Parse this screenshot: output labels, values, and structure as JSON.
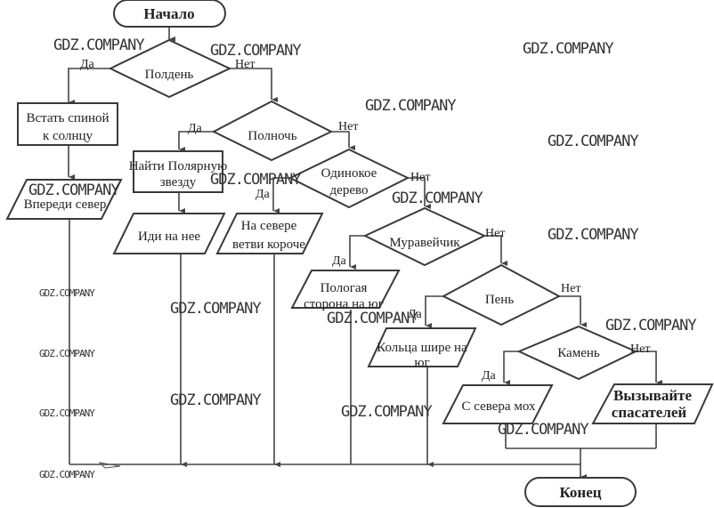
{
  "diagram": {
    "start": "Начало",
    "end": "Конец",
    "decisions": [
      {
        "id": "noon",
        "label": "Полдень"
      },
      {
        "id": "midnight",
        "label": "Полночь"
      },
      {
        "id": "lonely_tree",
        "label_line1": "Одинокое",
        "label_line2": "дерево"
      },
      {
        "id": "anthill",
        "label": "Муравейчик"
      },
      {
        "id": "stump",
        "label": "Пень"
      },
      {
        "id": "stone",
        "label": "Камень"
      }
    ],
    "processes": [
      {
        "id": "back_to_sun",
        "label_line1": "Встать спиной",
        "label_line2": "к солнцу"
      },
      {
        "id": "find_polaris",
        "label_line1": "Найти Полярную",
        "label_line2": "звезду"
      }
    ],
    "outputs": [
      {
        "id": "north_ahead",
        "label": "Впереди север"
      },
      {
        "id": "go_to_it",
        "label": "Иди на нее"
      },
      {
        "id": "branches_shorter",
        "label_line1": "На севере",
        "label_line2": "ветви короче"
      },
      {
        "id": "gentle_side",
        "label_line1": "Пологая",
        "label_line2": "сторона на юг"
      },
      {
        "id": "rings_wider",
        "label_line1": "Кольца шире на",
        "label_line2": "юг"
      },
      {
        "id": "moss_north",
        "label": "С севера мох"
      },
      {
        "id": "call_rescuers",
        "label_line1": "Вызывайте",
        "label_line2": "спасателей"
      }
    ],
    "branch_labels": {
      "yes": "Да",
      "no": "Нет"
    },
    "watermark": "GDZ.COMPANY"
  }
}
